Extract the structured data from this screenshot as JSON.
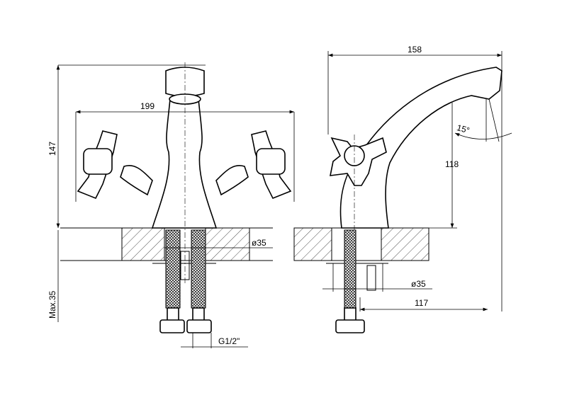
{
  "drawing": {
    "front_view": {
      "width_label": "199",
      "height_label": "147",
      "max_thickness_label": "Max.35",
      "hole_diameter_label": "ø35",
      "thread_label": "G1/2\""
    },
    "side_view": {
      "length_label": "158",
      "spout_height_label": "118",
      "angle_label": "15°",
      "hole_diameter_label": "ø35",
      "reach_label": "117"
    },
    "colors": {
      "line": "#000000",
      "background": "#ffffff"
    }
  }
}
